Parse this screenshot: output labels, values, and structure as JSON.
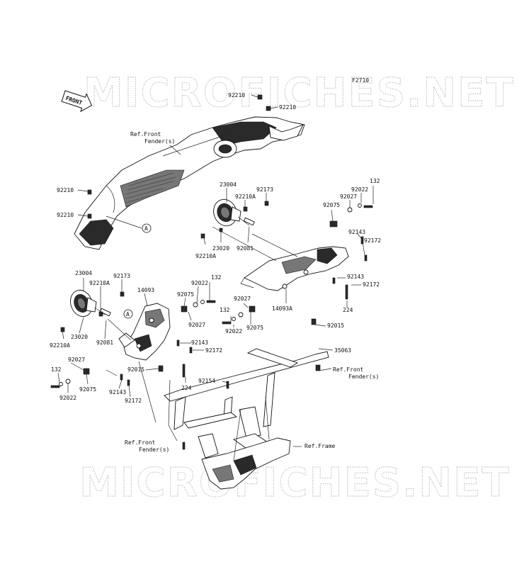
{
  "diagram": {
    "code": "F2710",
    "watermark": "MICROFICHES.NET",
    "front_badge": "FRONT",
    "circle_ref": "A",
    "refs": {
      "front_fender_top": [
        "Ref.Front",
        "Fender(s)"
      ],
      "front_fender_right": [
        "Ref.Front",
        "Fender(s)"
      ],
      "front_fender_bottom": [
        "Ref.Front",
        "Fender(s)"
      ],
      "frame": "Ref.Frame"
    },
    "labels": [
      {
        "id": "l01",
        "text": "92210"
      },
      {
        "id": "l02",
        "text": "92210"
      },
      {
        "id": "l03",
        "text": "92210"
      },
      {
        "id": "l04",
        "text": "92210"
      },
      {
        "id": "l05",
        "text": "23004"
      },
      {
        "id": "l06",
        "text": "92210A"
      },
      {
        "id": "l07",
        "text": "92173"
      },
      {
        "id": "l08",
        "text": "23020"
      },
      {
        "id": "l09",
        "text": "92081"
      },
      {
        "id": "l10",
        "text": "92210A"
      },
      {
        "id": "l11",
        "text": "132"
      },
      {
        "id": "l12",
        "text": "92022"
      },
      {
        "id": "l13",
        "text": "92027"
      },
      {
        "id": "l14",
        "text": "92075"
      },
      {
        "id": "l15",
        "text": "92143"
      },
      {
        "id": "l16",
        "text": "92172"
      },
      {
        "id": "l17",
        "text": "92143"
      },
      {
        "id": "l18",
        "text": "92172"
      },
      {
        "id": "l19",
        "text": "224"
      },
      {
        "id": "l20",
        "text": "14093A"
      },
      {
        "id": "l21",
        "text": "92015"
      },
      {
        "id": "l22",
        "text": "35063"
      },
      {
        "id": "l23",
        "text": "23004"
      },
      {
        "id": "l24",
        "text": "92210A"
      },
      {
        "id": "l25",
        "text": "92173"
      },
      {
        "id": "l26",
        "text": "14093"
      },
      {
        "id": "l27",
        "text": "92075"
      },
      {
        "id": "l28",
        "text": "92022"
      },
      {
        "id": "l29",
        "text": "132"
      },
      {
        "id": "l30",
        "text": "92027"
      },
      {
        "id": "l31",
        "text": "92027"
      },
      {
        "id": "l32",
        "text": "132"
      },
      {
        "id": "l33",
        "text": "92022"
      },
      {
        "id": "l34",
        "text": "92075"
      },
      {
        "id": "l35",
        "text": "23020"
      },
      {
        "id": "l36",
        "text": "92081"
      },
      {
        "id": "l37",
        "text": "92210A"
      },
      {
        "id": "l38",
        "text": "92143"
      },
      {
        "id": "l39",
        "text": "92172"
      },
      {
        "id": "l40",
        "text": "224"
      },
      {
        "id": "l41",
        "text": "92015"
      },
      {
        "id": "l42",
        "text": "92027"
      },
      {
        "id": "l43",
        "text": "132"
      },
      {
        "id": "l44",
        "text": "92075"
      },
      {
        "id": "l45",
        "text": "92022"
      },
      {
        "id": "l46",
        "text": "92143"
      },
      {
        "id": "l47",
        "text": "92172"
      },
      {
        "id": "l48",
        "text": "92154"
      }
    ]
  }
}
